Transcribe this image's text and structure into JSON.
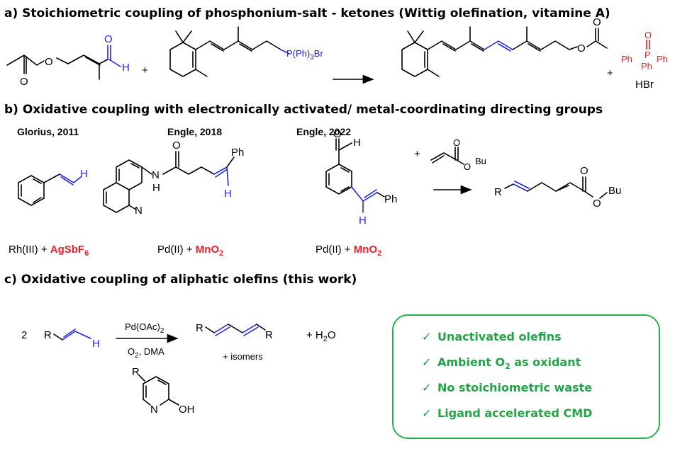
{
  "sections": {
    "a": {
      "title": "a)  Stoichiometric coupling of phosphonium-salt - ketones (Wittig olefination, vitamine A)"
    },
    "b": {
      "title": "b)  Oxidative coupling with electronically activated/ metal-coordinating directing groups"
    },
    "c": {
      "title": "c)  Oxidative coupling of aliphatic olefins (this work)"
    }
  },
  "scheme_a": {
    "plus": "+",
    "aldehyde_O": "O",
    "aldehyde_H": "H",
    "phosphonium": "P(Ph)",
    "phosphonium_sub": "3",
    "phosphonium_tail": "Br",
    "ester_O": "O",
    "ester_O2": "O",
    "product_O": "O",
    "product_O2": "O",
    "tppo_O": "O",
    "tppo_P": "P",
    "tppo_ph_left": "Ph",
    "tppo_ph_mid": "Ph",
    "tppo_ph_right": "Ph",
    "hbr": "HBr"
  },
  "scheme_b": {
    "authors": [
      "Glorius, 2011",
      "Engle, 2018",
      "Engle, 2022"
    ],
    "styrene_H": "H",
    "amide_O": "O",
    "amide_N": "N",
    "amide_NH": "H",
    "quinoline_N": "N",
    "ph1": "Ph",
    "vinyl_H1": "H",
    "ald_O": "O",
    "ald_H": "H",
    "ph2": "Ph",
    "vinyl_H2": "H",
    "plus": "+",
    "acrylate_O": "O",
    "acrylate_O2": "O",
    "acrylate_Bu": "Bu",
    "product_R": "R",
    "product_O": "O",
    "product_O2": "O",
    "product_Bu": "Bu",
    "cond1_metal": "Rh(III) + ",
    "cond1_oxidant": "AgSbF",
    "cond1_sub": "6",
    "cond2_metal": "Pd(II) + ",
    "cond2_oxidant": "MnO",
    "cond2_sub": "2",
    "cond3_metal": "Pd(II) + ",
    "cond3_oxidant": "MnO",
    "cond3_sub": "2"
  },
  "scheme_c": {
    "coef": "2",
    "R": "R",
    "H": "H",
    "catalyst": "Pd(OAc)",
    "catalyst_sub": "2",
    "conditions": "O",
    "conditions_sub": "2",
    "conditions_tail": ", DMA",
    "product_R1": "R",
    "product_R2": "R",
    "water": "+ H",
    "water_sub": "2",
    "water_tail": "O",
    "isomers": "+ isomers",
    "ligand_R": "R",
    "ligand_N": "N",
    "ligand_OH": "OH"
  },
  "highlights": [
    {
      "check": "✓",
      "text": "Unactivated olefins"
    },
    {
      "check": "✓",
      "text": "Ambient O",
      "sub": "2",
      "tail": " as oxidant"
    },
    {
      "check": "✓",
      "text": "No stoichiometric waste"
    },
    {
      "check": "✓",
      "text": "Ligand accelerated CMD"
    }
  ],
  "colors": {
    "accent_blue": "#1f23e6",
    "accent_red": "#e8202a",
    "box_green": "#22b04a"
  }
}
